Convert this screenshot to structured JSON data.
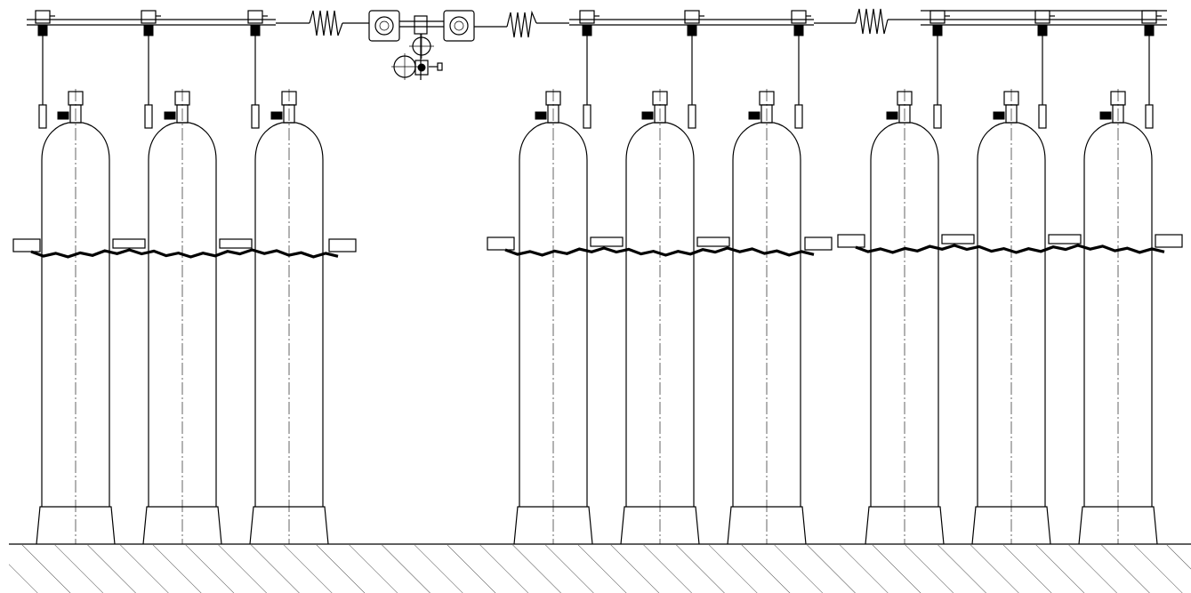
{
  "drawing": {
    "subject": "",
    "cylinder_groups": [
      {
        "name": "left-group",
        "cylinder_count": 3
      },
      {
        "name": "middle-group",
        "cylinder_count": 3
      },
      {
        "name": "right-group",
        "cylinder_count": 3
      }
    ],
    "components": {
      "header_pipe": "header-pipe",
      "flex_hose": "pigtail-coil",
      "regulator": "pressure-regulator",
      "gauges": [
        "pressure-gauge",
        "pressure-gauge"
      ],
      "chain": "safety-chain",
      "floor": "floor-hatching"
    },
    "colors": {
      "line": "#000000",
      "background": "#ffffff"
    }
  }
}
